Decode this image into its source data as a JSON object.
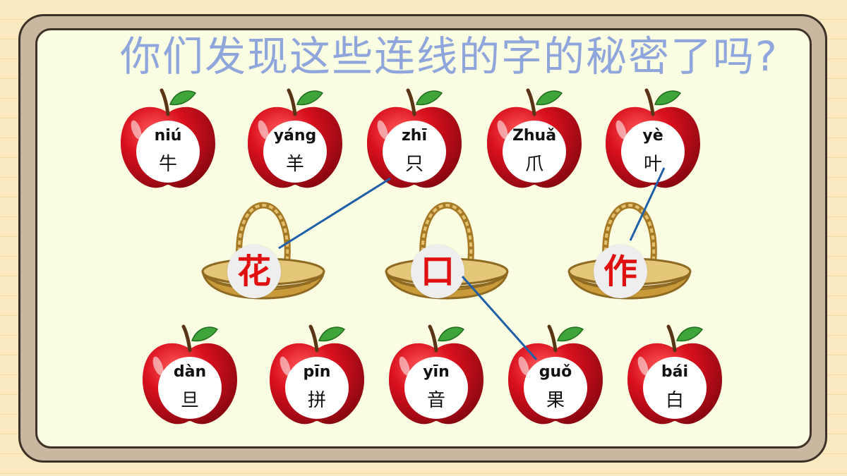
{
  "title": "你们发现这些连线的字的秘密了吗?",
  "top_apples": [
    {
      "pinyin": "niú",
      "hanzi": "牛"
    },
    {
      "pinyin": "yáng",
      "hanzi": "羊"
    },
    {
      "pinyin": "zhī",
      "hanzi": "只"
    },
    {
      "pinyin": "Zhuǎ",
      "hanzi": "爪"
    },
    {
      "pinyin": "yè",
      "hanzi": "叶"
    }
  ],
  "baskets": [
    {
      "char": "花"
    },
    {
      "char": "口"
    },
    {
      "char": "作"
    }
  ],
  "bottom_apples": [
    {
      "pinyin": "dàn",
      "hanzi": "旦"
    },
    {
      "pinyin": "pīn",
      "hanzi": "拼"
    },
    {
      "pinyin": "yīn",
      "hanzi": "音"
    },
    {
      "pinyin": "guǒ",
      "hanzi": "果"
    },
    {
      "pinyin": "bái",
      "hanzi": "白"
    }
  ],
  "colors": {
    "apple_red": "#d9101e",
    "leaf_green": "#3fa53a",
    "basket_gold": "#c99a3a",
    "title_blue": "#8fa6dc",
    "basket_char_red": "#e01010",
    "link_line": "#1f5fa8"
  }
}
